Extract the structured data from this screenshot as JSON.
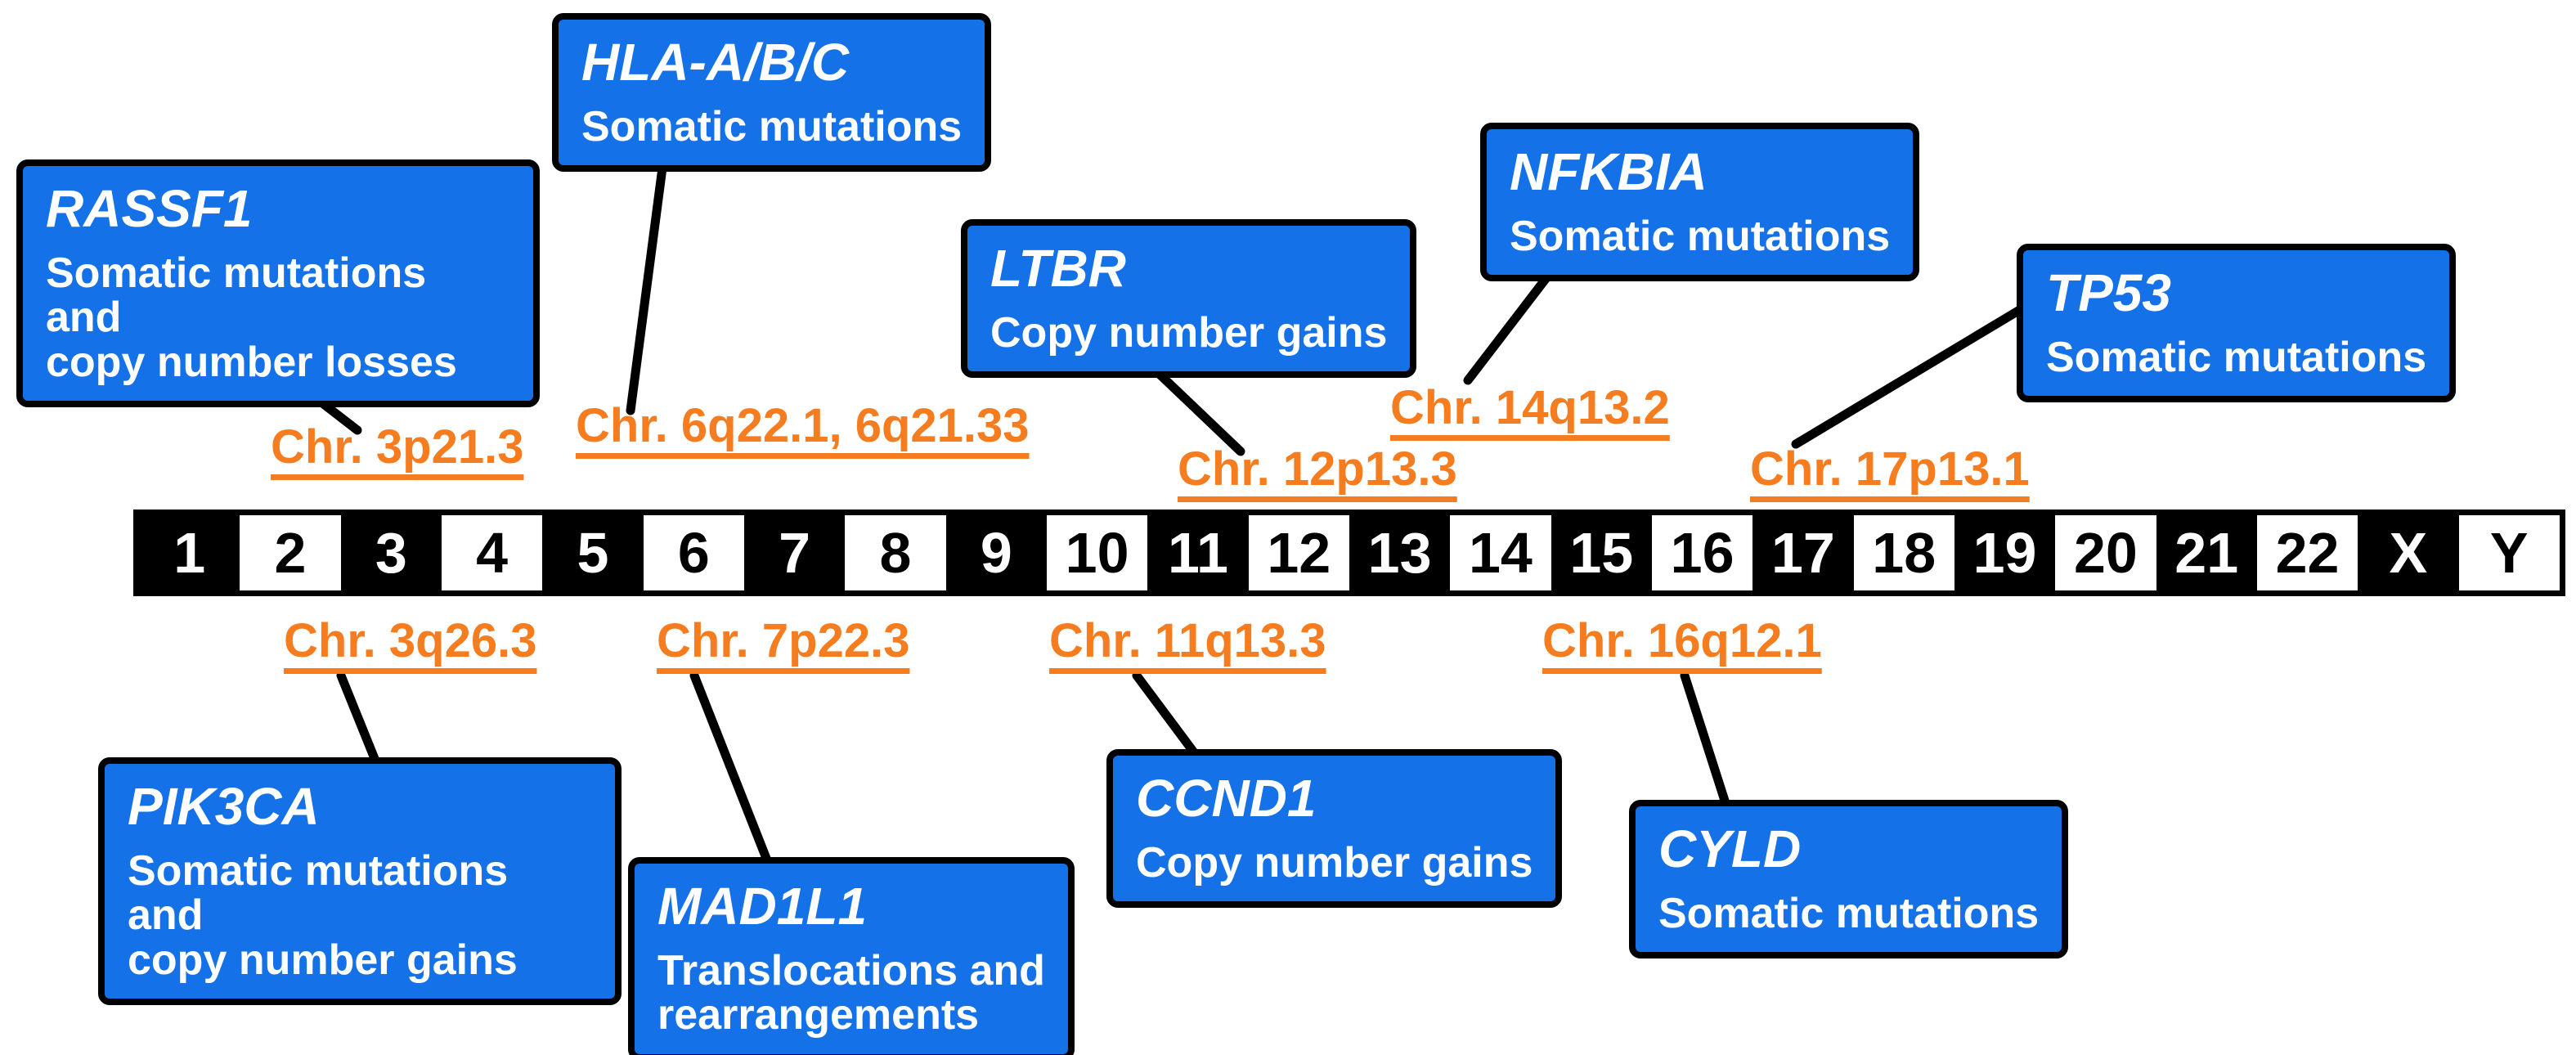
{
  "figure": {
    "description": "Chromosome ideogram with gene alteration annotations",
    "background": "#ffffff"
  },
  "colors": {
    "box_fill": "#1471E8",
    "box_border": "#000000",
    "box_text": "#ffffff",
    "locus_text": "#F57C1F",
    "bar_dark": "#000000",
    "bar_light": "#ffffff",
    "connector": "#000000"
  },
  "chromosome_bar": {
    "cells": [
      "1",
      "2",
      "3",
      "4",
      "5",
      "6",
      "7",
      "8",
      "9",
      "10",
      "11",
      "12",
      "13",
      "14",
      "15",
      "16",
      "17",
      "18",
      "19",
      "20",
      "21",
      "22",
      "X",
      "Y"
    ]
  },
  "annotations": [
    {
      "gene": "RASSF1",
      "alteration": "Somatic mutations and\ncopy number losses",
      "locus": "Chr. 3p21.3",
      "row": "top"
    },
    {
      "gene": "HLA-A/B/C",
      "alteration": "Somatic mutations",
      "locus": "Chr. 6q22.1, 6q21.33",
      "row": "top"
    },
    {
      "gene": "LTBR",
      "alteration": "Copy number gains",
      "locus": "Chr. 12p13.3",
      "row": "top"
    },
    {
      "gene": "NFKBIA",
      "alteration": "Somatic mutations",
      "locus": "Chr. 14q13.2",
      "row": "top"
    },
    {
      "gene": "TP53",
      "alteration": "Somatic mutations",
      "locus": "Chr. 17p13.1",
      "row": "top"
    },
    {
      "gene": "PIK3CA",
      "alteration": "Somatic mutations and\ncopy number gains",
      "locus": "Chr. 3q26.3",
      "row": "bottom"
    },
    {
      "gene": "MAD1L1",
      "alteration": "Translocations and\nrearrangements",
      "locus": "Chr. 7p22.3",
      "row": "bottom"
    },
    {
      "gene": "CCND1",
      "alteration": "Copy number gains",
      "locus": "Chr. 11q13.3",
      "row": "bottom"
    },
    {
      "gene": "CYLD",
      "alteration": "Somatic mutations",
      "locus": "Chr. 16q12.1",
      "row": "bottom"
    }
  ]
}
